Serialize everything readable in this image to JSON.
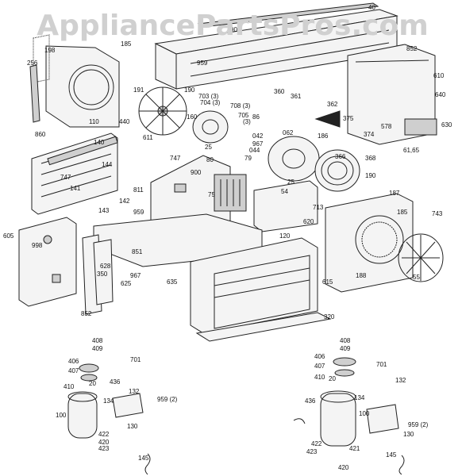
{
  "watermark": "AppliancePartsPros.com",
  "labels": [
    {
      "id": "40",
      "text": "40"
    },
    {
      "id": "90",
      "text": "90"
    },
    {
      "id": "959a",
      "text": "959"
    },
    {
      "id": "852a",
      "text": "852"
    },
    {
      "id": "610",
      "text": "610"
    },
    {
      "id": "640",
      "text": "640"
    },
    {
      "id": "630",
      "text": "630"
    },
    {
      "id": "198",
      "text": "198"
    },
    {
      "id": "185a",
      "text": "185"
    },
    {
      "id": "256",
      "text": "256"
    },
    {
      "id": "860",
      "text": "860"
    },
    {
      "id": "110",
      "text": "110"
    },
    {
      "id": "440",
      "text": "440"
    },
    {
      "id": "190a",
      "text": "190"
    },
    {
      "id": "191",
      "text": "191"
    },
    {
      "id": "703",
      "text": "703 (3)"
    },
    {
      "id": "704",
      "text": "704 (3)"
    },
    {
      "id": "708",
      "text": "708 (3)"
    },
    {
      "id": "705",
      "text": "705"
    },
    {
      "id": "3",
      "text": "(3)"
    },
    {
      "id": "360",
      "text": "360"
    },
    {
      "id": "361",
      "text": "361"
    },
    {
      "id": "362",
      "text": "362"
    },
    {
      "id": "375",
      "text": "375"
    },
    {
      "id": "86",
      "text": "86"
    },
    {
      "id": "160",
      "text": "160"
    },
    {
      "id": "140",
      "text": "140"
    },
    {
      "id": "611",
      "text": "611"
    },
    {
      "id": "25a",
      "text": "25"
    },
    {
      "id": "967a",
      "text": "967"
    },
    {
      "id": "042",
      "text": "042"
    },
    {
      "id": "062",
      "text": "062"
    },
    {
      "id": "044",
      "text": "044"
    },
    {
      "id": "374",
      "text": "374"
    },
    {
      "id": "578",
      "text": "578"
    },
    {
      "id": "61",
      "text": "61,65"
    },
    {
      "id": "366",
      "text": "366"
    },
    {
      "id": "368",
      "text": "368"
    },
    {
      "id": "186",
      "text": "186"
    },
    {
      "id": "747a",
      "text": "747"
    },
    {
      "id": "747b",
      "text": "747"
    },
    {
      "id": "144",
      "text": "144"
    },
    {
      "id": "900",
      "text": "900"
    },
    {
      "id": "80",
      "text": "80"
    },
    {
      "id": "79",
      "text": "79"
    },
    {
      "id": "25b",
      "text": "25"
    },
    {
      "id": "190b",
      "text": "190"
    },
    {
      "id": "141",
      "text": "141"
    },
    {
      "id": "811",
      "text": "811"
    },
    {
      "id": "142",
      "text": "142"
    },
    {
      "id": "143",
      "text": "143"
    },
    {
      "id": "959b",
      "text": "959"
    },
    {
      "id": "75",
      "text": "75"
    },
    {
      "id": "54",
      "text": "54"
    },
    {
      "id": "713",
      "text": "713"
    },
    {
      "id": "187",
      "text": "187"
    },
    {
      "id": "185b",
      "text": "185"
    },
    {
      "id": "743",
      "text": "743"
    },
    {
      "id": "620",
      "text": "620"
    },
    {
      "id": "605",
      "text": "605"
    },
    {
      "id": "998",
      "text": "998"
    },
    {
      "id": "851",
      "text": "851"
    },
    {
      "id": "120",
      "text": "120"
    },
    {
      "id": "188",
      "text": "188"
    },
    {
      "id": "55",
      "text": "55"
    },
    {
      "id": "628",
      "text": "628"
    },
    {
      "id": "350",
      "text": "350"
    },
    {
      "id": "967b",
      "text": "967"
    },
    {
      "id": "625",
      "text": "625"
    },
    {
      "id": "635",
      "text": "635"
    },
    {
      "id": "615",
      "text": "615"
    },
    {
      "id": "852b",
      "text": "852"
    },
    {
      "id": "320",
      "text": "320"
    },
    {
      "id": "408a",
      "text": "408"
    },
    {
      "id": "409a",
      "text": "409"
    },
    {
      "id": "406a",
      "text": "406"
    },
    {
      "id": "407a",
      "text": "407"
    },
    {
      "id": "410a",
      "text": "410"
    },
    {
      "id": "436a",
      "text": "436"
    },
    {
      "id": "701a",
      "text": "701"
    },
    {
      "id": "20a",
      "text": "20"
    },
    {
      "id": "134a",
      "text": "134"
    },
    {
      "id": "132a",
      "text": "132"
    },
    {
      "id": "9592a",
      "text": "959 (2)"
    },
    {
      "id": "100a",
      "text": "100"
    },
    {
      "id": "130a",
      "text": "130"
    },
    {
      "id": "422a",
      "text": "422"
    },
    {
      "id": "420a",
      "text": "420"
    },
    {
      "id": "423a",
      "text": "423"
    },
    {
      "id": "145a",
      "text": "145"
    },
    {
      "id": "408b",
      "text": "408"
    },
    {
      "id": "409b",
      "text": "409"
    },
    {
      "id": "406b",
      "text": "406"
    },
    {
      "id": "407b",
      "text": "407"
    },
    {
      "id": "410b",
      "text": "410"
    },
    {
      "id": "701b",
      "text": "701"
    },
    {
      "id": "20b",
      "text": "20"
    },
    {
      "id": "436b",
      "text": "436"
    },
    {
      "id": "134b",
      "text": "134"
    },
    {
      "id": "132b",
      "text": "132"
    },
    {
      "id": "100b",
      "text": "100"
    },
    {
      "id": "9592b",
      "text": "959 (2)"
    },
    {
      "id": "130b",
      "text": "130"
    },
    {
      "id": "422b",
      "text": "422"
    },
    {
      "id": "421",
      "text": "421"
    },
    {
      "id": "423b",
      "text": "423"
    },
    {
      "id": "420b",
      "text": "420"
    },
    {
      "id": "145b",
      "text": "145"
    }
  ]
}
